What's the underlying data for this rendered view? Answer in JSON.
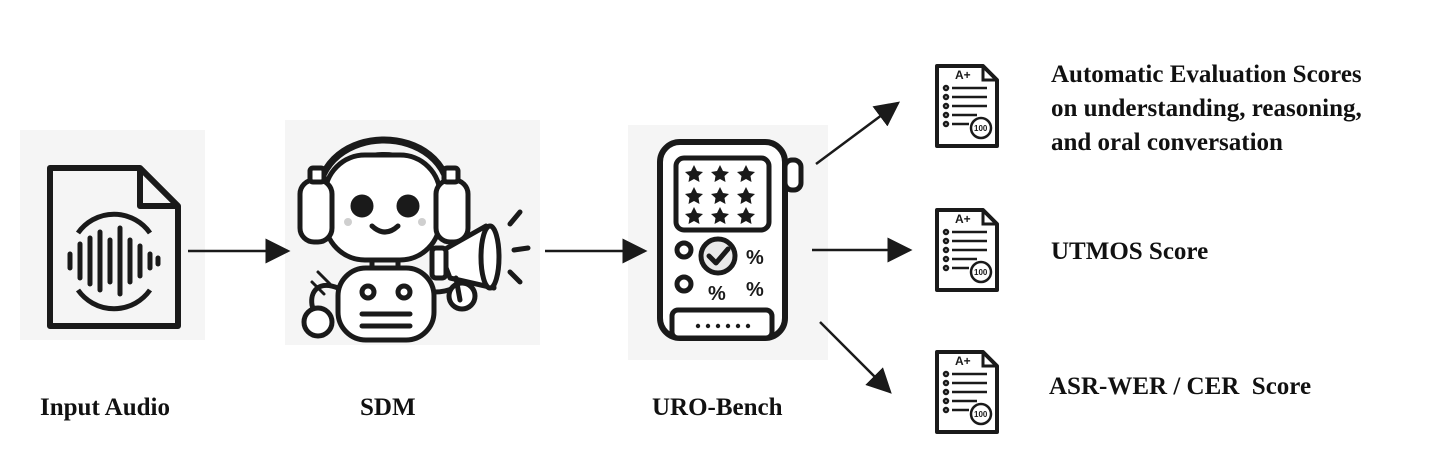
{
  "pipeline": {
    "input_label": "Input Audio",
    "model_label": "SDM",
    "bench_label": "URO-Bench"
  },
  "outputs": [
    {
      "label_lines": [
        "Automatic Evaluation Scores",
        "on understanding, reasoning,",
        "and oral conversation"
      ]
    },
    {
      "label_lines": [
        "UTMOS Score"
      ]
    },
    {
      "label_lines": [
        "ASR-WER / CER  Score"
      ]
    }
  ],
  "report_icon_text": {
    "grade": "A+",
    "score": "100"
  },
  "bench_icon_text": {
    "percent": "%"
  },
  "colors": {
    "stroke": "#1a1a1a",
    "panel_bg": "#f3f3f3",
    "accent_bg": "#e9e9e9"
  }
}
